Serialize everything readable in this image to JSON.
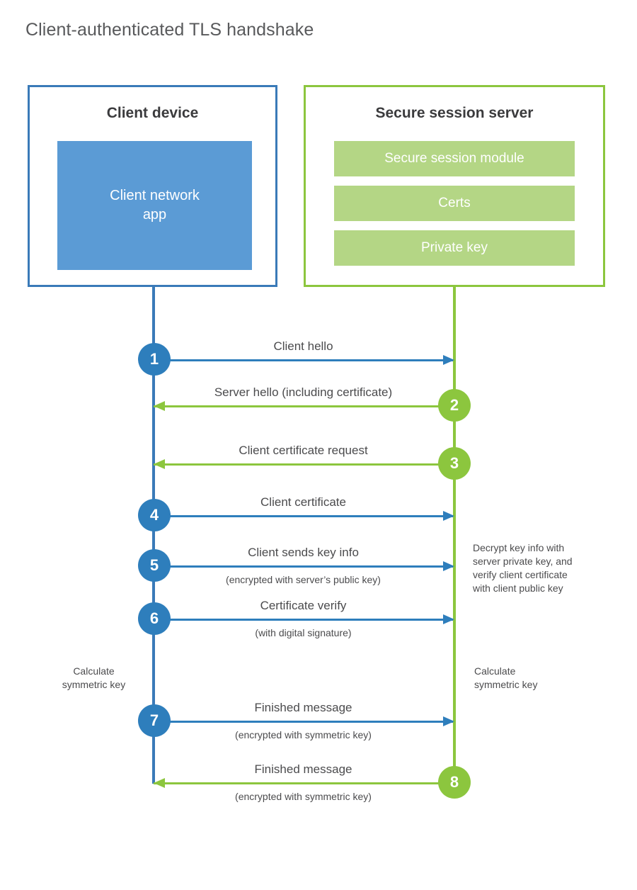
{
  "title": "Client-authenticated TLS handshake",
  "actors": {
    "client": {
      "title": "Client device",
      "app_label": "Client network\napp",
      "border_color": "#3a7ab8",
      "app_color": "#5b9bd5"
    },
    "server": {
      "title": "Secure session server",
      "border_color": "#8cc63e",
      "bar_color": "#b4d685",
      "components": [
        "Secure session module",
        "Certs",
        "Private key"
      ]
    }
  },
  "messages": [
    {
      "step": "1",
      "direction": "to-server",
      "label": "Client hello",
      "sublabel": ""
    },
    {
      "step": "2",
      "direction": "to-client",
      "label": "Server hello (including certificate)",
      "sublabel": ""
    },
    {
      "step": "3",
      "direction": "to-client",
      "label": "Client certificate request",
      "sublabel": ""
    },
    {
      "step": "4",
      "direction": "to-server",
      "label": "Client certificate",
      "sublabel": ""
    },
    {
      "step": "5",
      "direction": "to-server",
      "label": "Client sends key info",
      "sublabel": "(encrypted with server’s public key)"
    },
    {
      "step": "6",
      "direction": "to-server",
      "label": "Certificate verify",
      "sublabel": "(with digital signature)"
    },
    {
      "step": "7",
      "direction": "to-server",
      "label": "Finished message",
      "sublabel": "(encrypted with symmetric key)"
    },
    {
      "step": "8",
      "direction": "to-client",
      "label": "Finished message",
      "sublabel": "(encrypted with symmetric key)"
    }
  ],
  "annotations": {
    "server_decrypt": "Decrypt key info with\nserver private key, and\nverify client certificate\nwith client public key",
    "client_calculate": "Calculate\nsymmetric key",
    "server_calculate": "Calculate\nsymmetric key"
  },
  "colors": {
    "title_text": "#58595b",
    "body_text": "#4b4b4d",
    "client_blue": "#2e7ebc",
    "client_app_blue": "#5b9bd5",
    "server_green": "#8cc63e",
    "server_bar_green": "#b4d685",
    "background": "#ffffff"
  },
  "layout": {
    "message_y": [
      507,
      572,
      654,
      727,
      798,
      873,
      1017,
      1104
    ]
  }
}
